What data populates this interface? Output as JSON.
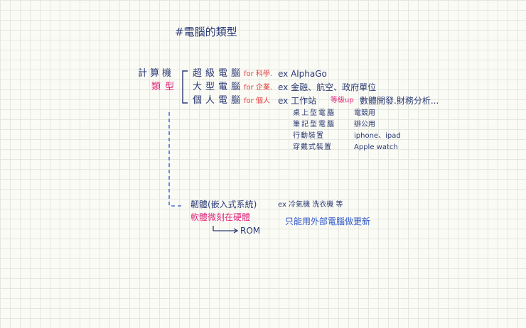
{
  "title": "#電腦的類型",
  "category": {
    "line1": "計算機",
    "line2": "類型"
  },
  "rows": [
    {
      "name": "超級電腦",
      "use": "for 科學.",
      "example": "ex AlphaGo"
    },
    {
      "name": "大型電腦",
      "use": "for 企業.",
      "example": "ex 金融、航空、政府單位"
    },
    {
      "name": "個人電腦",
      "use": "for 個人",
      "example_prefix": "ex 工作站",
      "example_note": "等級up",
      "example_suffix": "數體開發.財務分析..."
    }
  ],
  "subtypes": [
    {
      "name": "桌上型電腦",
      "use": "電競用"
    },
    {
      "name": "筆記型電腦",
      "use": "辦公用"
    },
    {
      "name": "行動裝置",
      "use": "iphone、ipad"
    },
    {
      "name": "穿戴式裝置",
      "use": "Apple watch"
    }
  ],
  "firmware": {
    "name": "韌體(嵌入式系統)",
    "note": "軟體微刻在硬體",
    "arrow_target": "ROM",
    "example": "ex 冷氣機 洗衣機 等",
    "remark": "只能用外部電腦做更新"
  },
  "colors": {
    "ink": "#2b3a73",
    "blue": "#2f57c9",
    "pink": "#e0287a",
    "red": "#e2403f",
    "grid": "#e4e6e0",
    "paper": "#fbfbf6"
  }
}
